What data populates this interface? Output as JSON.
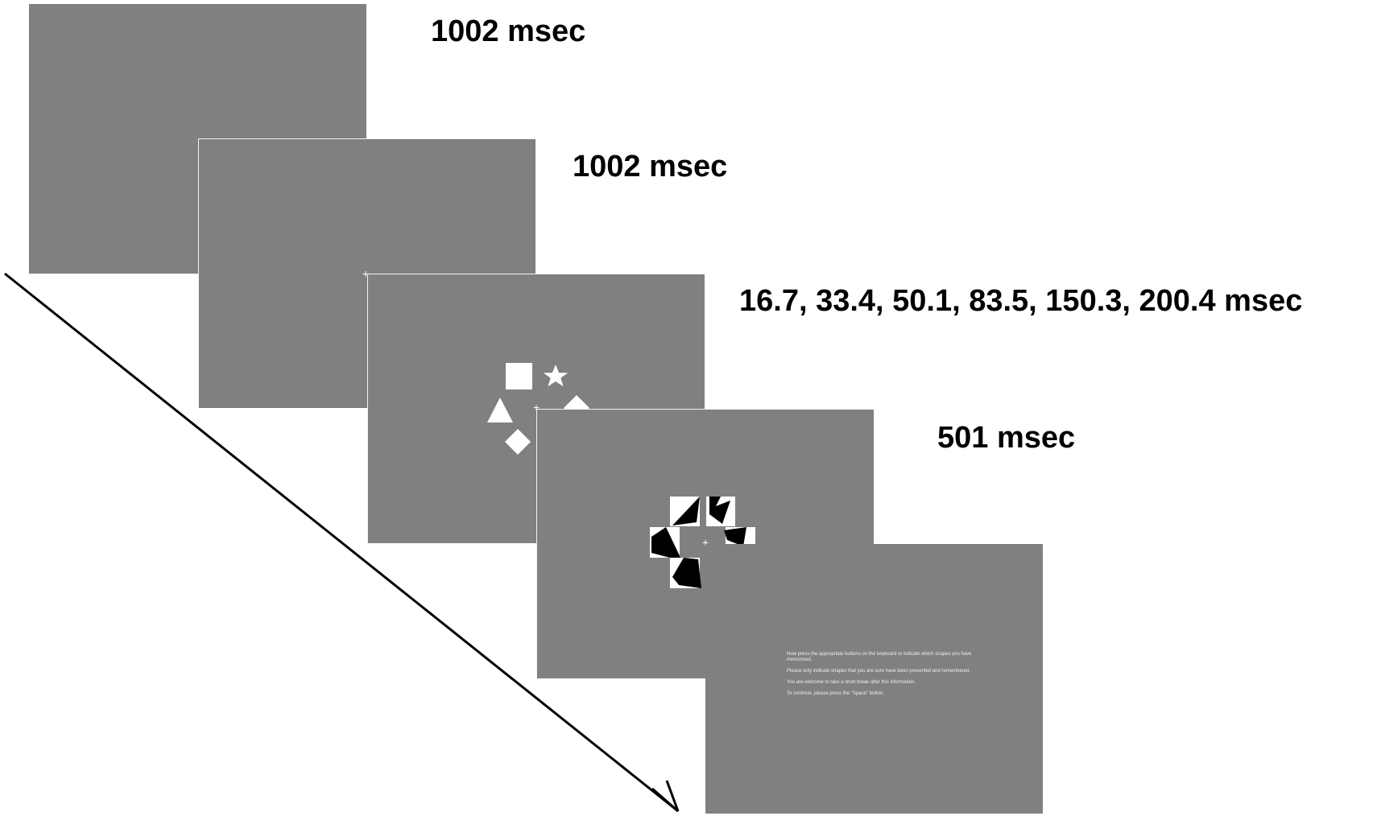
{
  "durations": {
    "blank": "1002 msec",
    "fixation": "1002 msec",
    "stimulus": "16.7, 33.4, 50.1, 83.5, 150.3, 200.4 msec",
    "mask": "501 msec"
  },
  "fixation_symbol": "+",
  "instructions": {
    "line1": "Now press the appropriate buttons on the keyboard to indicate which shapes you have memorised.",
    "line2": "Please only indicate shapes that you are sure have been presented and remembered.",
    "line3": "You are welcome to take a short break after this information.",
    "line4": "To continue, please press the \"Space\" button."
  },
  "colors": {
    "screen": "#808080",
    "shape": "#ffffff",
    "mask_fill": "#000000",
    "text": "#000000"
  },
  "icons": [
    "square-icon",
    "star-icon",
    "triangle-icon",
    "diamond-icon",
    "time-arrow-icon"
  ]
}
